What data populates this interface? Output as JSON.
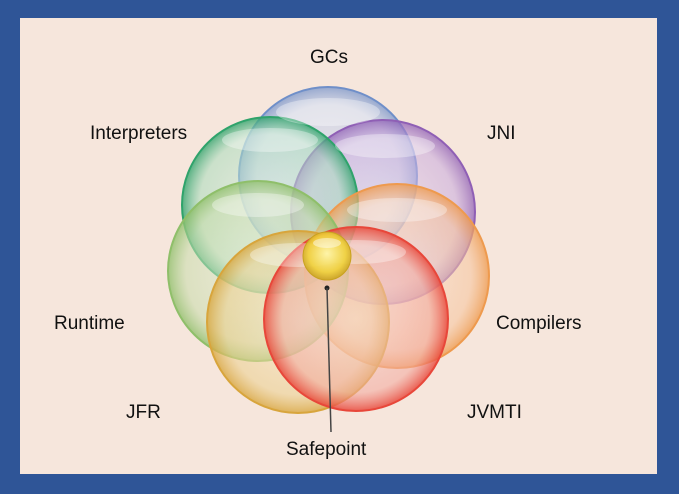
{
  "labels": {
    "gcs": "GCs",
    "interpreters": "Interpreters",
    "jni": "JNI",
    "runtime": "Runtime",
    "compilers": "Compilers",
    "jfr": "JFR",
    "jvmti": "JVMTI",
    "safepoint": "Safepoint"
  },
  "colors": {
    "frame": "#2f5597",
    "background": "#f6e6dc",
    "gcs": "#6f8fc9",
    "jni": "#8f5fb5",
    "interpreters": "#2fa36b",
    "compilers": "#ee9a4e",
    "runtime": "#8fbf6a",
    "jfr": "#d8a53c",
    "jvmti": "#e8473a",
    "safepoint": "#f0d23a"
  }
}
